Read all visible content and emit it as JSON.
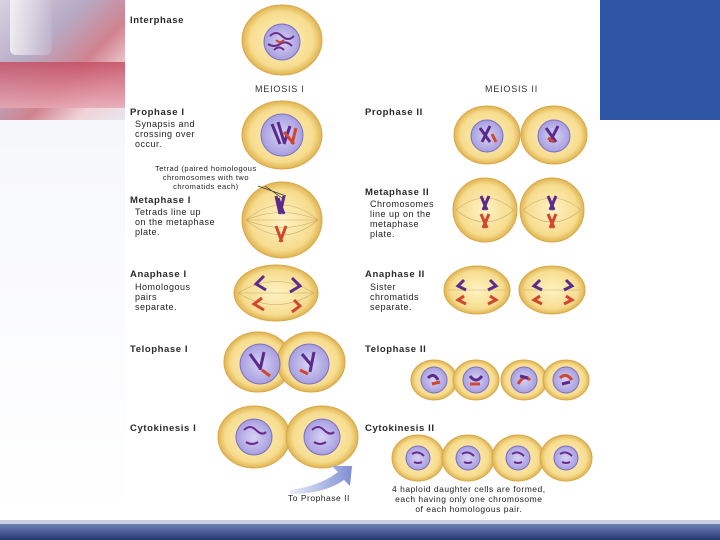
{
  "headers": {
    "interphase": "Interphase",
    "meiosis1": "MEIOSIS I",
    "meiosis2": "MEIOSIS II"
  },
  "stages_left": {
    "prophase1": "Prophase I",
    "prophase1_desc": "Synapsis and\ncrossing over\noccur.",
    "tetrad": "Tetrad (paired homologous\nchromosomes with two\nchromatids each)",
    "metaphase1": "Metaphase I",
    "metaphase1_desc": "Tetrads line up\non the metaphase\nplate.",
    "anaphase1": "Anaphase I",
    "anaphase1_desc": "Homologous\npairs\nseparate.",
    "telophase1": "Telophase I",
    "cytokinesis1": "Cytokinesis I",
    "to_prophase2": "To Prophase II"
  },
  "stages_right": {
    "prophase2": "Prophase II",
    "metaphase2": "Metaphase II",
    "metaphase2_desc": "Chromosomes\nline up on the\nmetaphase\nplate.",
    "anaphase2": "Anaphase II",
    "anaphase2_desc": "Sister\nchromatids\nseparate.",
    "telophase2": "Telophase II",
    "cytokinesis2": "Cytokinesis II",
    "result": "4 haploid daughter cells are formed,\neach having only one chromosome\nof each homologous pair."
  },
  "colors": {
    "cell_fill": "#f6dc8e",
    "cell_edge": "#d9a84a",
    "nucleus": "#b9b2e6",
    "chrom_purple": "#5a2b8c",
    "chrom_red": "#d2452e",
    "arrow": "#8e9bd6",
    "banner": "#2f55a6"
  }
}
